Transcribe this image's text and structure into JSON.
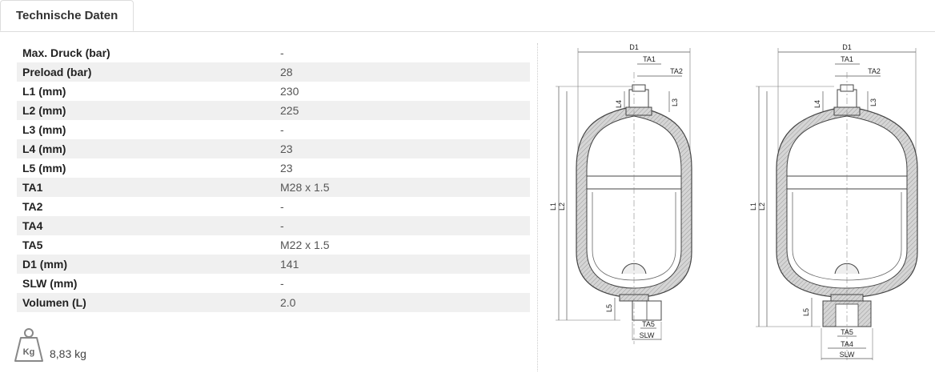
{
  "tab": {
    "label": "Technische Daten"
  },
  "specs": [
    {
      "label": "Max. Druck (bar)",
      "value": "-"
    },
    {
      "label": "Preload (bar)",
      "value": "28"
    },
    {
      "label": "L1 (mm)",
      "value": "230"
    },
    {
      "label": "L2 (mm)",
      "value": "225"
    },
    {
      "label": "L3 (mm)",
      "value": "-"
    },
    {
      "label": "L4 (mm)",
      "value": "23"
    },
    {
      "label": "L5 (mm)",
      "value": "23"
    },
    {
      "label": "TA1",
      "value": "M28 x 1.5"
    },
    {
      "label": "TA2",
      "value": "-"
    },
    {
      "label": "TA4",
      "value": "-"
    },
    {
      "label": "TA5",
      "value": "M22 x 1.5"
    },
    {
      "label": "D1 (mm)",
      "value": "141"
    },
    {
      "label": "SLW (mm)",
      "value": "-"
    },
    {
      "label": "Volumen (L)",
      "value": "2.0"
    }
  ],
  "weight": {
    "icon": "weight-icon",
    "icon_text": "Kg",
    "value": "8,83 kg"
  },
  "drawings": {
    "left": {
      "d1": "D1",
      "ta1": "TA1",
      "ta2": "TA2",
      "l1": "L1",
      "l2": "L2",
      "l3": "L3",
      "l4": "L4",
      "l5": "L5",
      "ta5": "TA5",
      "slw": "SLW"
    },
    "right": {
      "d1": "D1",
      "ta1": "TA1",
      "ta2": "TA2",
      "l1": "L1",
      "l2": "L2",
      "l3": "L3",
      "l4": "L4",
      "l5": "L5",
      "ta5": "TA5",
      "ta4": "TA4",
      "slw": "SLW"
    }
  }
}
